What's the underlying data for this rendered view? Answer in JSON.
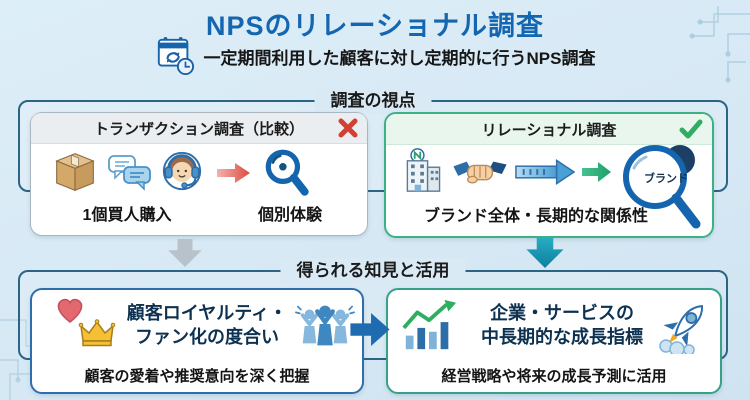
{
  "header": {
    "title": "NPSのリレーショナル調査",
    "subtitle": "一定期間利用した顧客に対し定期的に行うNPS調査"
  },
  "sections": {
    "survey": {
      "label": "調査の視点"
    },
    "insight": {
      "label": "得られる知見と活用"
    }
  },
  "cards": {
    "transactional": {
      "header": "トランザクション調査（比較）",
      "verdict": "rejected",
      "caption_left": "1個買人購入",
      "caption_right": "個別体験"
    },
    "relational": {
      "header": "リレーショナル調査",
      "verdict": "approved",
      "lens_text": "ブランド",
      "caption": "ブランド全体・長期的な関係性"
    },
    "loyalty": {
      "title_line1": "顧客ロイヤルティ・",
      "title_line2": "ファン化の度合い",
      "subtitle": "顧客の愛着や推奨意向を深く把握"
    },
    "growth": {
      "title_line1": "企業・サービスの",
      "title_line2": "中長期的な成長指標",
      "subtitle": "経営戦略や将来の成長予測に活用"
    }
  },
  "icons": {
    "subtitle_icon": "calendar-refresh-icon",
    "transactional_icons": [
      "package-icon",
      "chat-bubbles-icon",
      "support-agent-icon",
      "arrow-right-red-icon",
      "magnifier-icon"
    ],
    "relational_icons": [
      "building-icon",
      "handshake-icon",
      "timeline-arrow-icon",
      "arrow-right-green-icon",
      "magnifier-brand-icon"
    ],
    "loyalty_icons": [
      "heart-icon",
      "crown-icon",
      "cheering-people-icon"
    ],
    "growth_icons": [
      "growth-chart-icon",
      "rocket-icon"
    ],
    "flow_icons": [
      "arrow-down-gray-icon",
      "arrow-down-teal-icon",
      "arrow-right-blue-icon"
    ],
    "marks": [
      "x-mark-icon",
      "check-mark-icon"
    ]
  },
  "colors": {
    "title_blue": "#1366af",
    "section_border": "#2c6484",
    "success_green": "#2fae62",
    "error_red": "#d23f33",
    "teal_arrow": "#1899b4",
    "gray_arrow": "#b7c2cb",
    "flow_blue": "#1e6bb0",
    "loyalty_border": "#2e6fab",
    "growth_border": "#36a188",
    "background": "#d9eaf5"
  }
}
